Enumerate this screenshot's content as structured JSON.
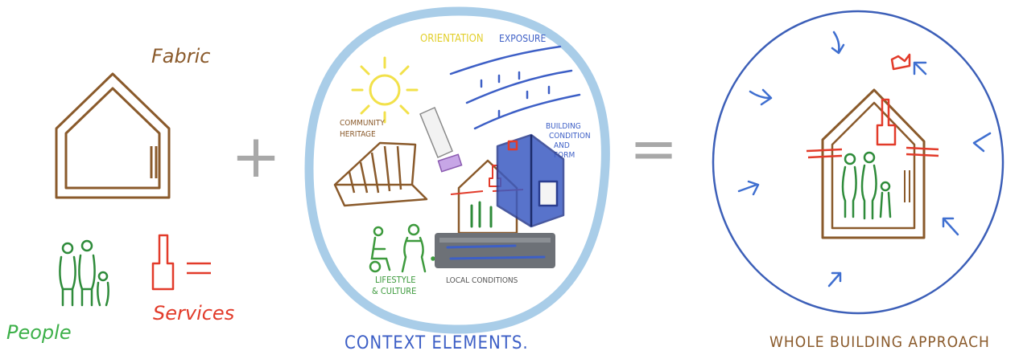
{
  "colors": {
    "fabric": "#8a5a2b",
    "people": "#2e8b3a",
    "services": "#e23b2a",
    "context_ring": "#a9cde8",
    "whole_ring": "#3c5fb8",
    "arrows": "#3f6fd0",
    "operator": "#a8a8a8",
    "sun": "#f2e14a",
    "wind": "#3d5fc6",
    "heritage": "#8a5a2b",
    "lifestyle": "#3d9a3d",
    "local": "#6d7177",
    "consumables": "#9b5fc0"
  },
  "left": {
    "fabric_label": "Fabric",
    "people_label": "People",
    "services_label": "Services"
  },
  "operators": {
    "plus": "+",
    "equals": "="
  },
  "context": {
    "orientation": "ORIENTATION",
    "exposure": "EXPOSURE",
    "community_heritage_1": "COMMUNITY",
    "community_heritage_2": "HERITAGE",
    "building_condition_1": "BUILDING",
    "building_condition_2": "CONDITION",
    "building_condition_3": "AND",
    "building_condition_4": "FORM",
    "lifestyle_1": "LIFESTYLE",
    "lifestyle_2": "& CULTURE",
    "local_conditions": "LOCAL CONDITIONS",
    "caption": "CONTEXT ELEMENTS."
  },
  "whole": {
    "caption": "WHOLE BUILDING APPROACH"
  }
}
